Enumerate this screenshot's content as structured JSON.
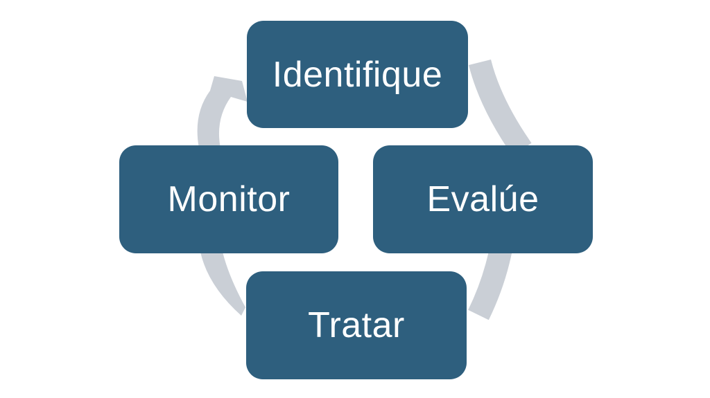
{
  "colors": {
    "background": "#FFFFFF",
    "box_fill": "#2E5F7E",
    "box_text": "#FFFFFF",
    "arrow": "#CACFD6"
  },
  "cycle": {
    "direction": "clockwise",
    "arrow_icon": "circular-cycle-arrow",
    "steps": [
      {
        "label": "Identifique",
        "position": "top"
      },
      {
        "label": "Evalúe",
        "position": "right"
      },
      {
        "label": "Tratar",
        "position": "bottom"
      },
      {
        "label": "Monitor",
        "position": "left"
      }
    ]
  }
}
